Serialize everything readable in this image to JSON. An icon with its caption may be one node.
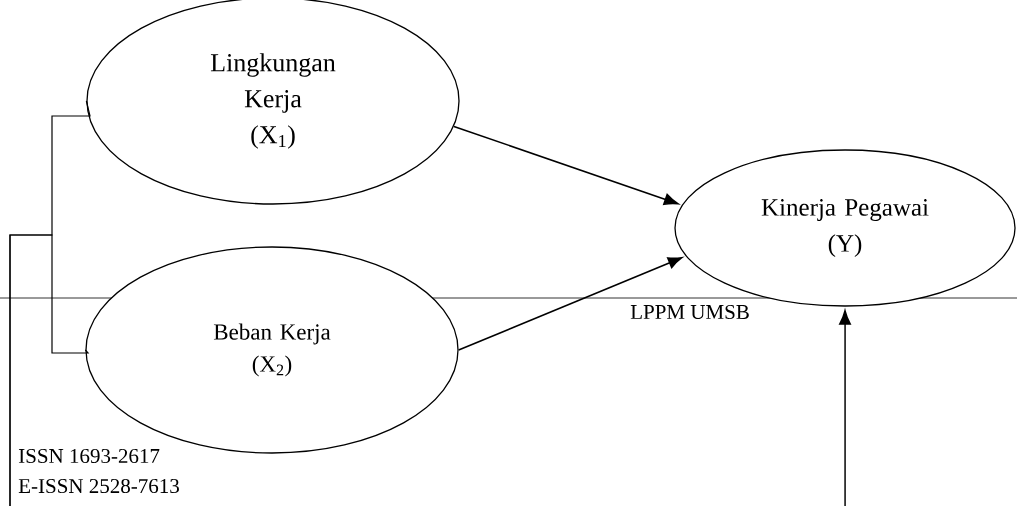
{
  "diagram": {
    "nodes": [
      {
        "text": [
          "Lingkungan Kerja",
          "(X$_{1}$)"
        ]
      },
      {
        "text": [
          "Beban Kerja",
          "(X$_{2}$)"
        ]
      },
      {
        "text": [
          "Kinerja Pegawai",
          "(Y)"
        ]
      }
    ],
    "edges": [
      {
        "from": 0,
        "to": 2,
        "arrow": "to"
      },
      {
        "from": 1,
        "to": 2,
        "arrow": "to"
      },
      {
        "from": null,
        "to": 2,
        "arrow": "to"
      },
      {
        "from": null,
        "to": 0,
        "arrow": "none"
      },
      {
        "from": null,
        "to": 1,
        "arrow": "none"
      }
    ],
    "labels": [
      "ISSN 1693-2617",
      "LPPM UMSB",
      "E-ISSN 2528-7613"
    ]
  }
}
